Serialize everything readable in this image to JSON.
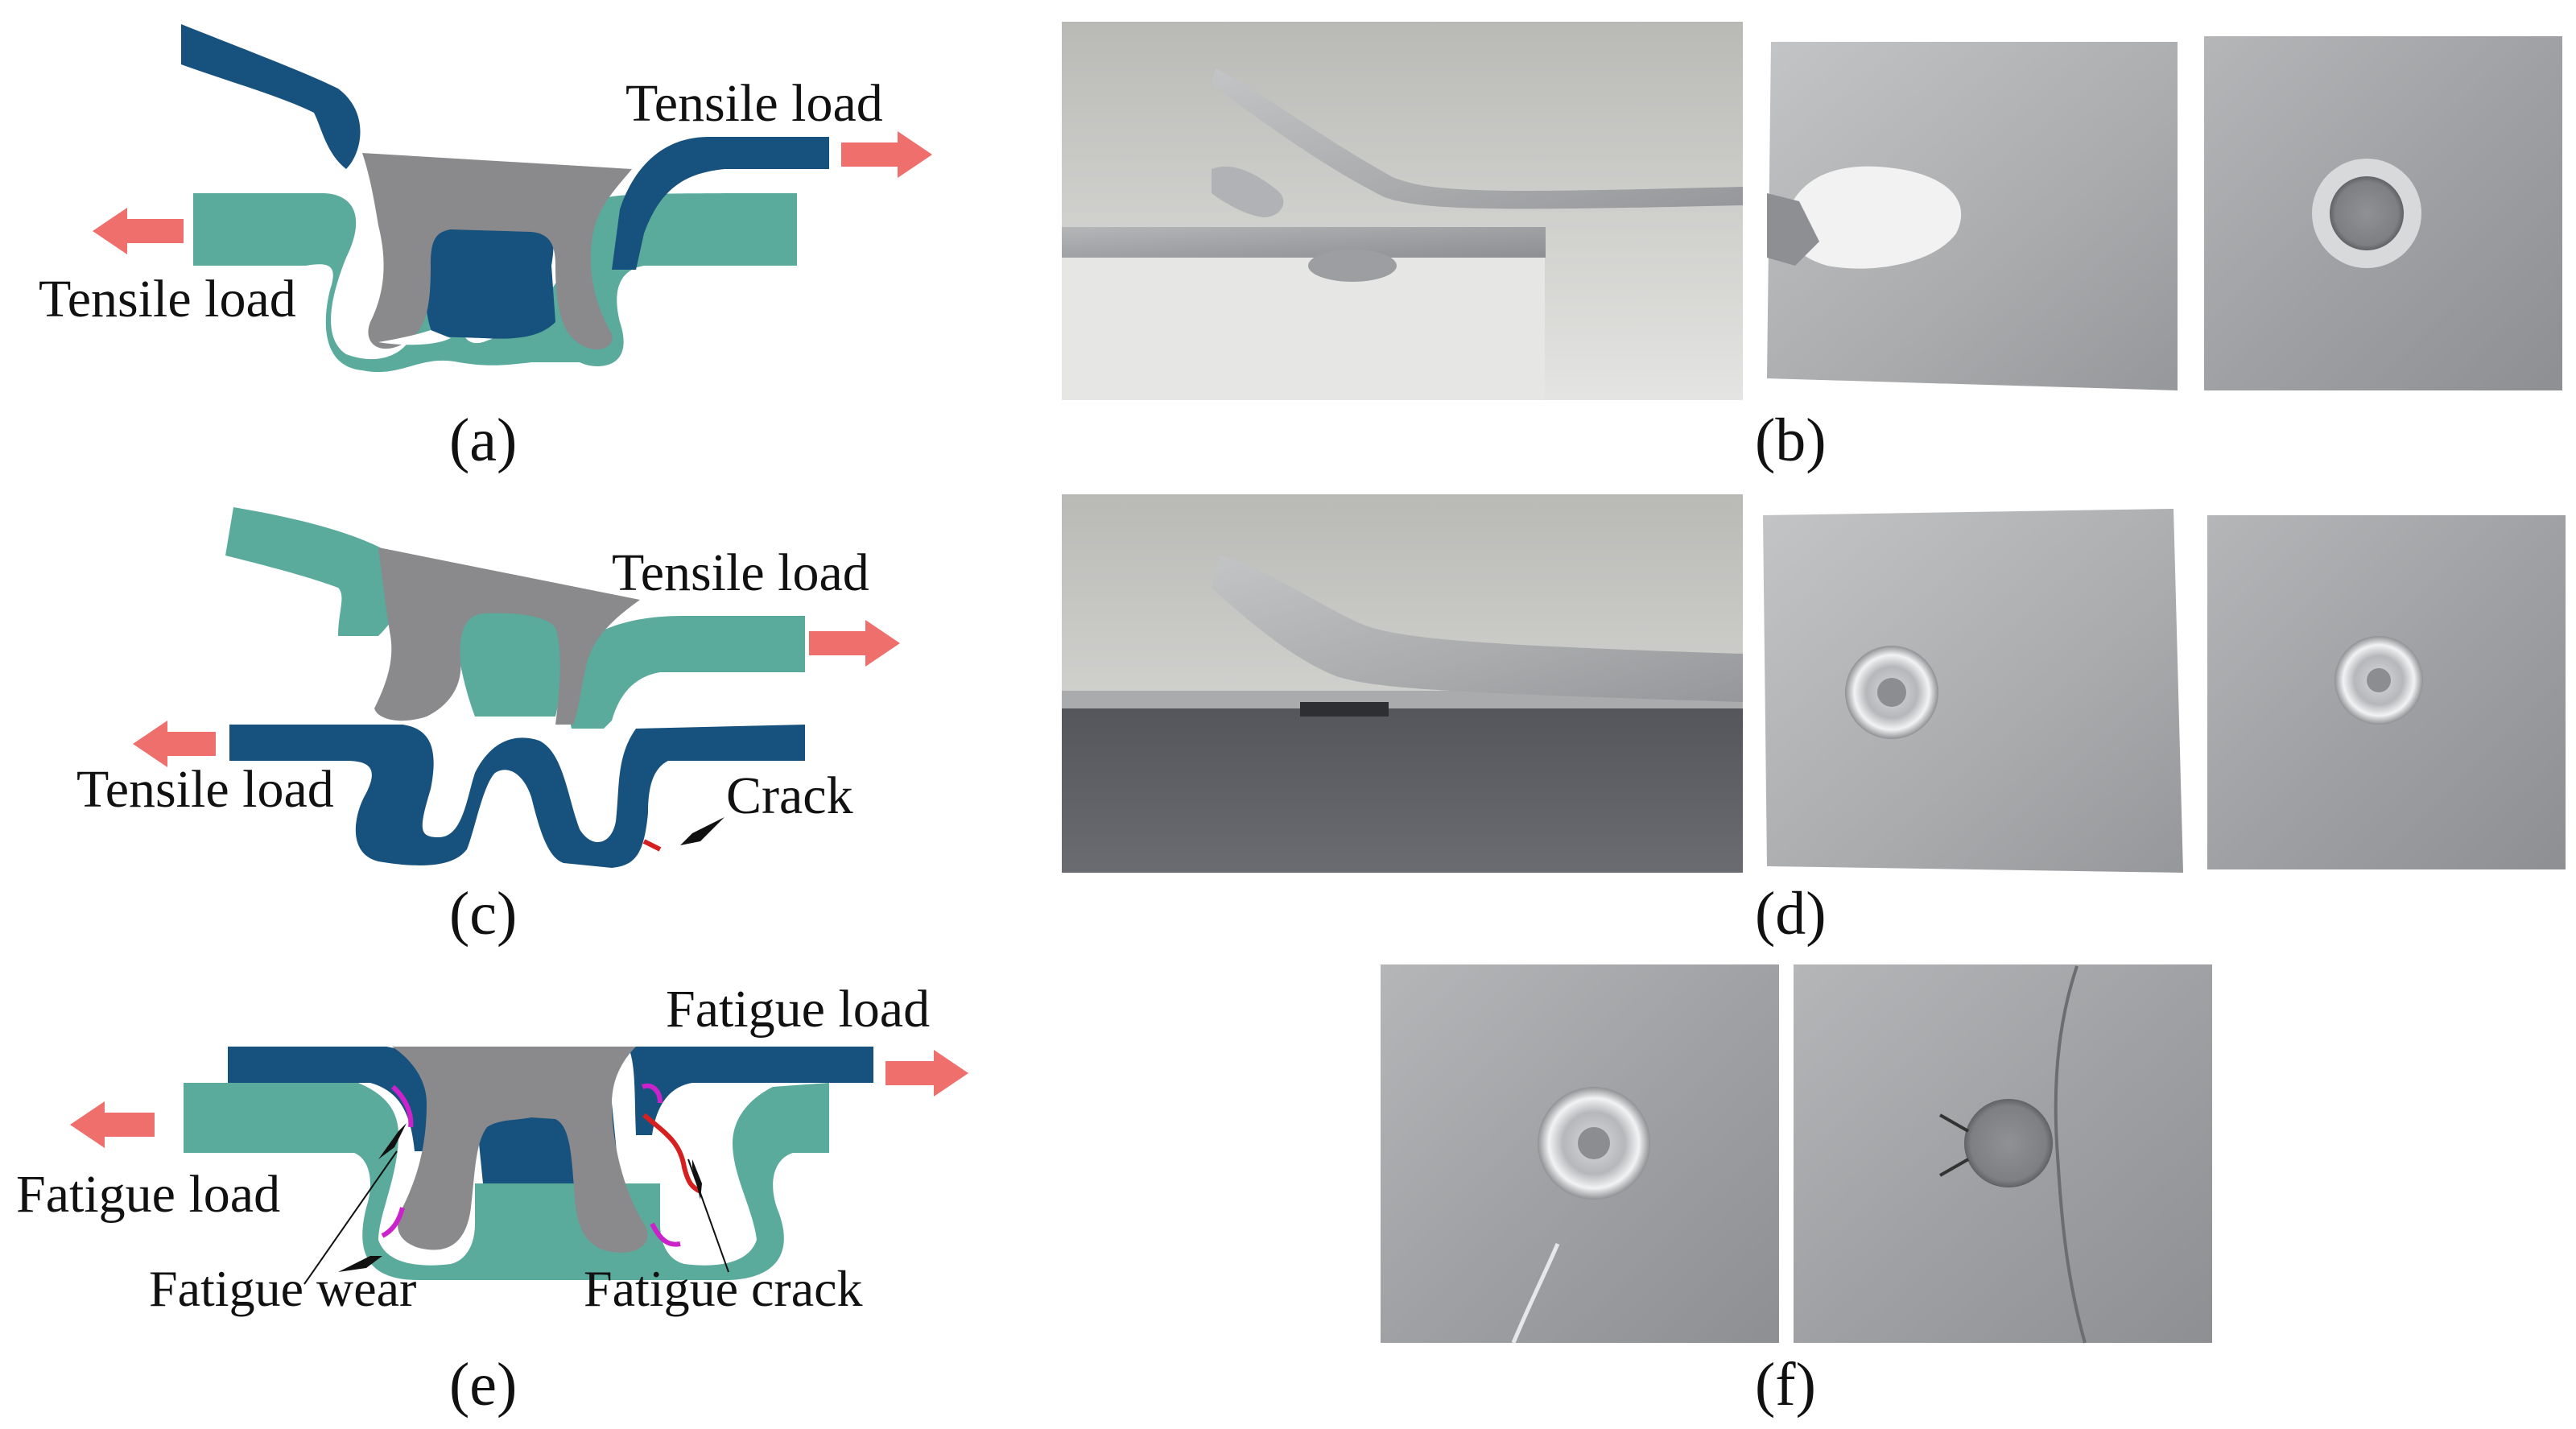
{
  "panels": {
    "a": {
      "label": "(a)",
      "load_right": "Tensile load",
      "load_left": "Tensile load"
    },
    "b": {
      "label": "(b)"
    },
    "c": {
      "label": "(c)",
      "load_right": "Tensile load",
      "load_left": "Tensile load",
      "crack": "Crack"
    },
    "d": {
      "label": "(d)"
    },
    "e": {
      "label": "(e)",
      "load_right": "Fatigue load",
      "load_left": "Fatigue load",
      "wear": "Fatigue wear",
      "crack": "Fatigue crack"
    },
    "f": {
      "label": "(f)"
    }
  },
  "colors": {
    "upper_sheet_blue": "#17527e",
    "lower_sheet_teal": "#5aab9c",
    "rivet_grey": "#8a8a8d",
    "load_arrow": "#ee6f6b",
    "crack_red": "#d62020",
    "wear_magenta": "#cc22cc",
    "photo_metal": "#a7a9ab",
    "photo_background": "#dcdcdc",
    "photo_dark_background": "#3f4147"
  }
}
